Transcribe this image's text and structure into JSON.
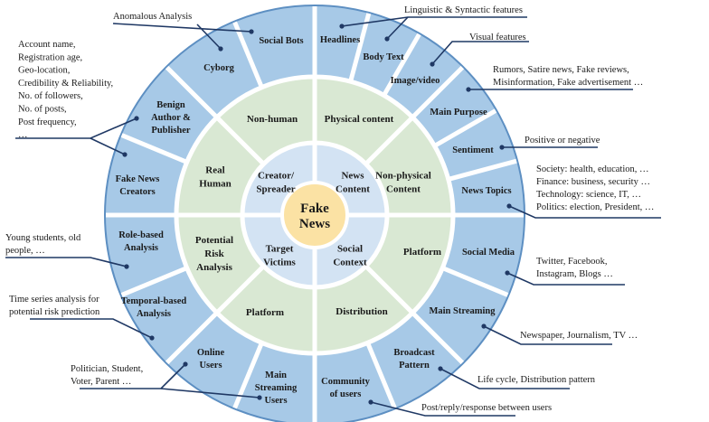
{
  "center": {
    "line1": "Fake",
    "line2": "News"
  },
  "colors": {
    "outer": "#a7c9e7",
    "outer_border": "#5d8fc2",
    "middle": "#d9e8d3",
    "inner": "#d3e3f3",
    "center": "#fbe2a4",
    "line": "#1f3864"
  },
  "inner": [
    [
      "Creator/",
      "Spreader"
    ],
    [
      "News",
      "Content"
    ],
    [
      "Target",
      "Victims"
    ],
    [
      "Social",
      "Context"
    ]
  ],
  "middle": [
    [
      "Non-human"
    ],
    [
      "Physical content"
    ],
    [
      "Real",
      "Human"
    ],
    [
      "Non-physical",
      "Content"
    ],
    [
      "Potential",
      "Risk",
      "Analysis"
    ],
    [
      "Platform"
    ],
    [
      "Platform"
    ],
    [
      "Distribution"
    ]
  ],
  "outer": [
    [
      "Social Bots"
    ],
    [
      "Headlines"
    ],
    [
      "Body Text"
    ],
    [
      "Image/video"
    ],
    [
      "Main Purpose"
    ],
    [
      "Sentiment"
    ],
    [
      "News Topics"
    ],
    [
      "Social Media"
    ],
    [
      "Main Streaming"
    ],
    [
      "Broadcast",
      "Pattern"
    ],
    [
      "Community",
      "of users"
    ],
    [
      "Main",
      "Streaming",
      "Users"
    ],
    [
      "Online",
      "Users"
    ],
    [
      "Temporal-based",
      "Analysis"
    ],
    [
      "Role-based",
      "Analysis"
    ],
    [
      "Fake News",
      "Creators"
    ],
    [
      "Benign",
      "Author &",
      "Publisher"
    ],
    [
      "Cyborg"
    ]
  ],
  "annotations": {
    "anomalous": [
      "Anomalous Analysis"
    ],
    "account": [
      "Account name,",
      "Registration age,",
      "Geo-location,",
      "Credibility  & Reliability,",
      "No. of followers,",
      "No. of posts,",
      "Post frequency,",
      "…"
    ],
    "linguistic": [
      "Linguistic  & Syntactic features"
    ],
    "visual": [
      "Visual features"
    ],
    "purpose": [
      "Rumors, Satire news, Fake reviews,",
      "Misinformation,  Fake advertisement …"
    ],
    "sentiment": [
      "Positive  or negative"
    ],
    "topics": [
      "Society: health, education, …",
      "Finance: business, security …",
      "Technology: science, IT, …",
      "Politics: election, President, …"
    ],
    "social_media": [
      "Twitter, Facebook,",
      "Instagram,  Blogs …"
    ],
    "main_streaming": [
      "Newspaper, Journalism, TV …"
    ],
    "broadcast": [
      "Life cycle, Distribution  pattern"
    ],
    "community": [
      "Post/reply/response between users"
    ],
    "users": [
      "Politician,  Student,",
      "Voter,  Parent …"
    ],
    "temporal": [
      "Time series analysis for",
      "potential risk prediction"
    ],
    "role": [
      "Young students, old",
      "people, …"
    ]
  }
}
